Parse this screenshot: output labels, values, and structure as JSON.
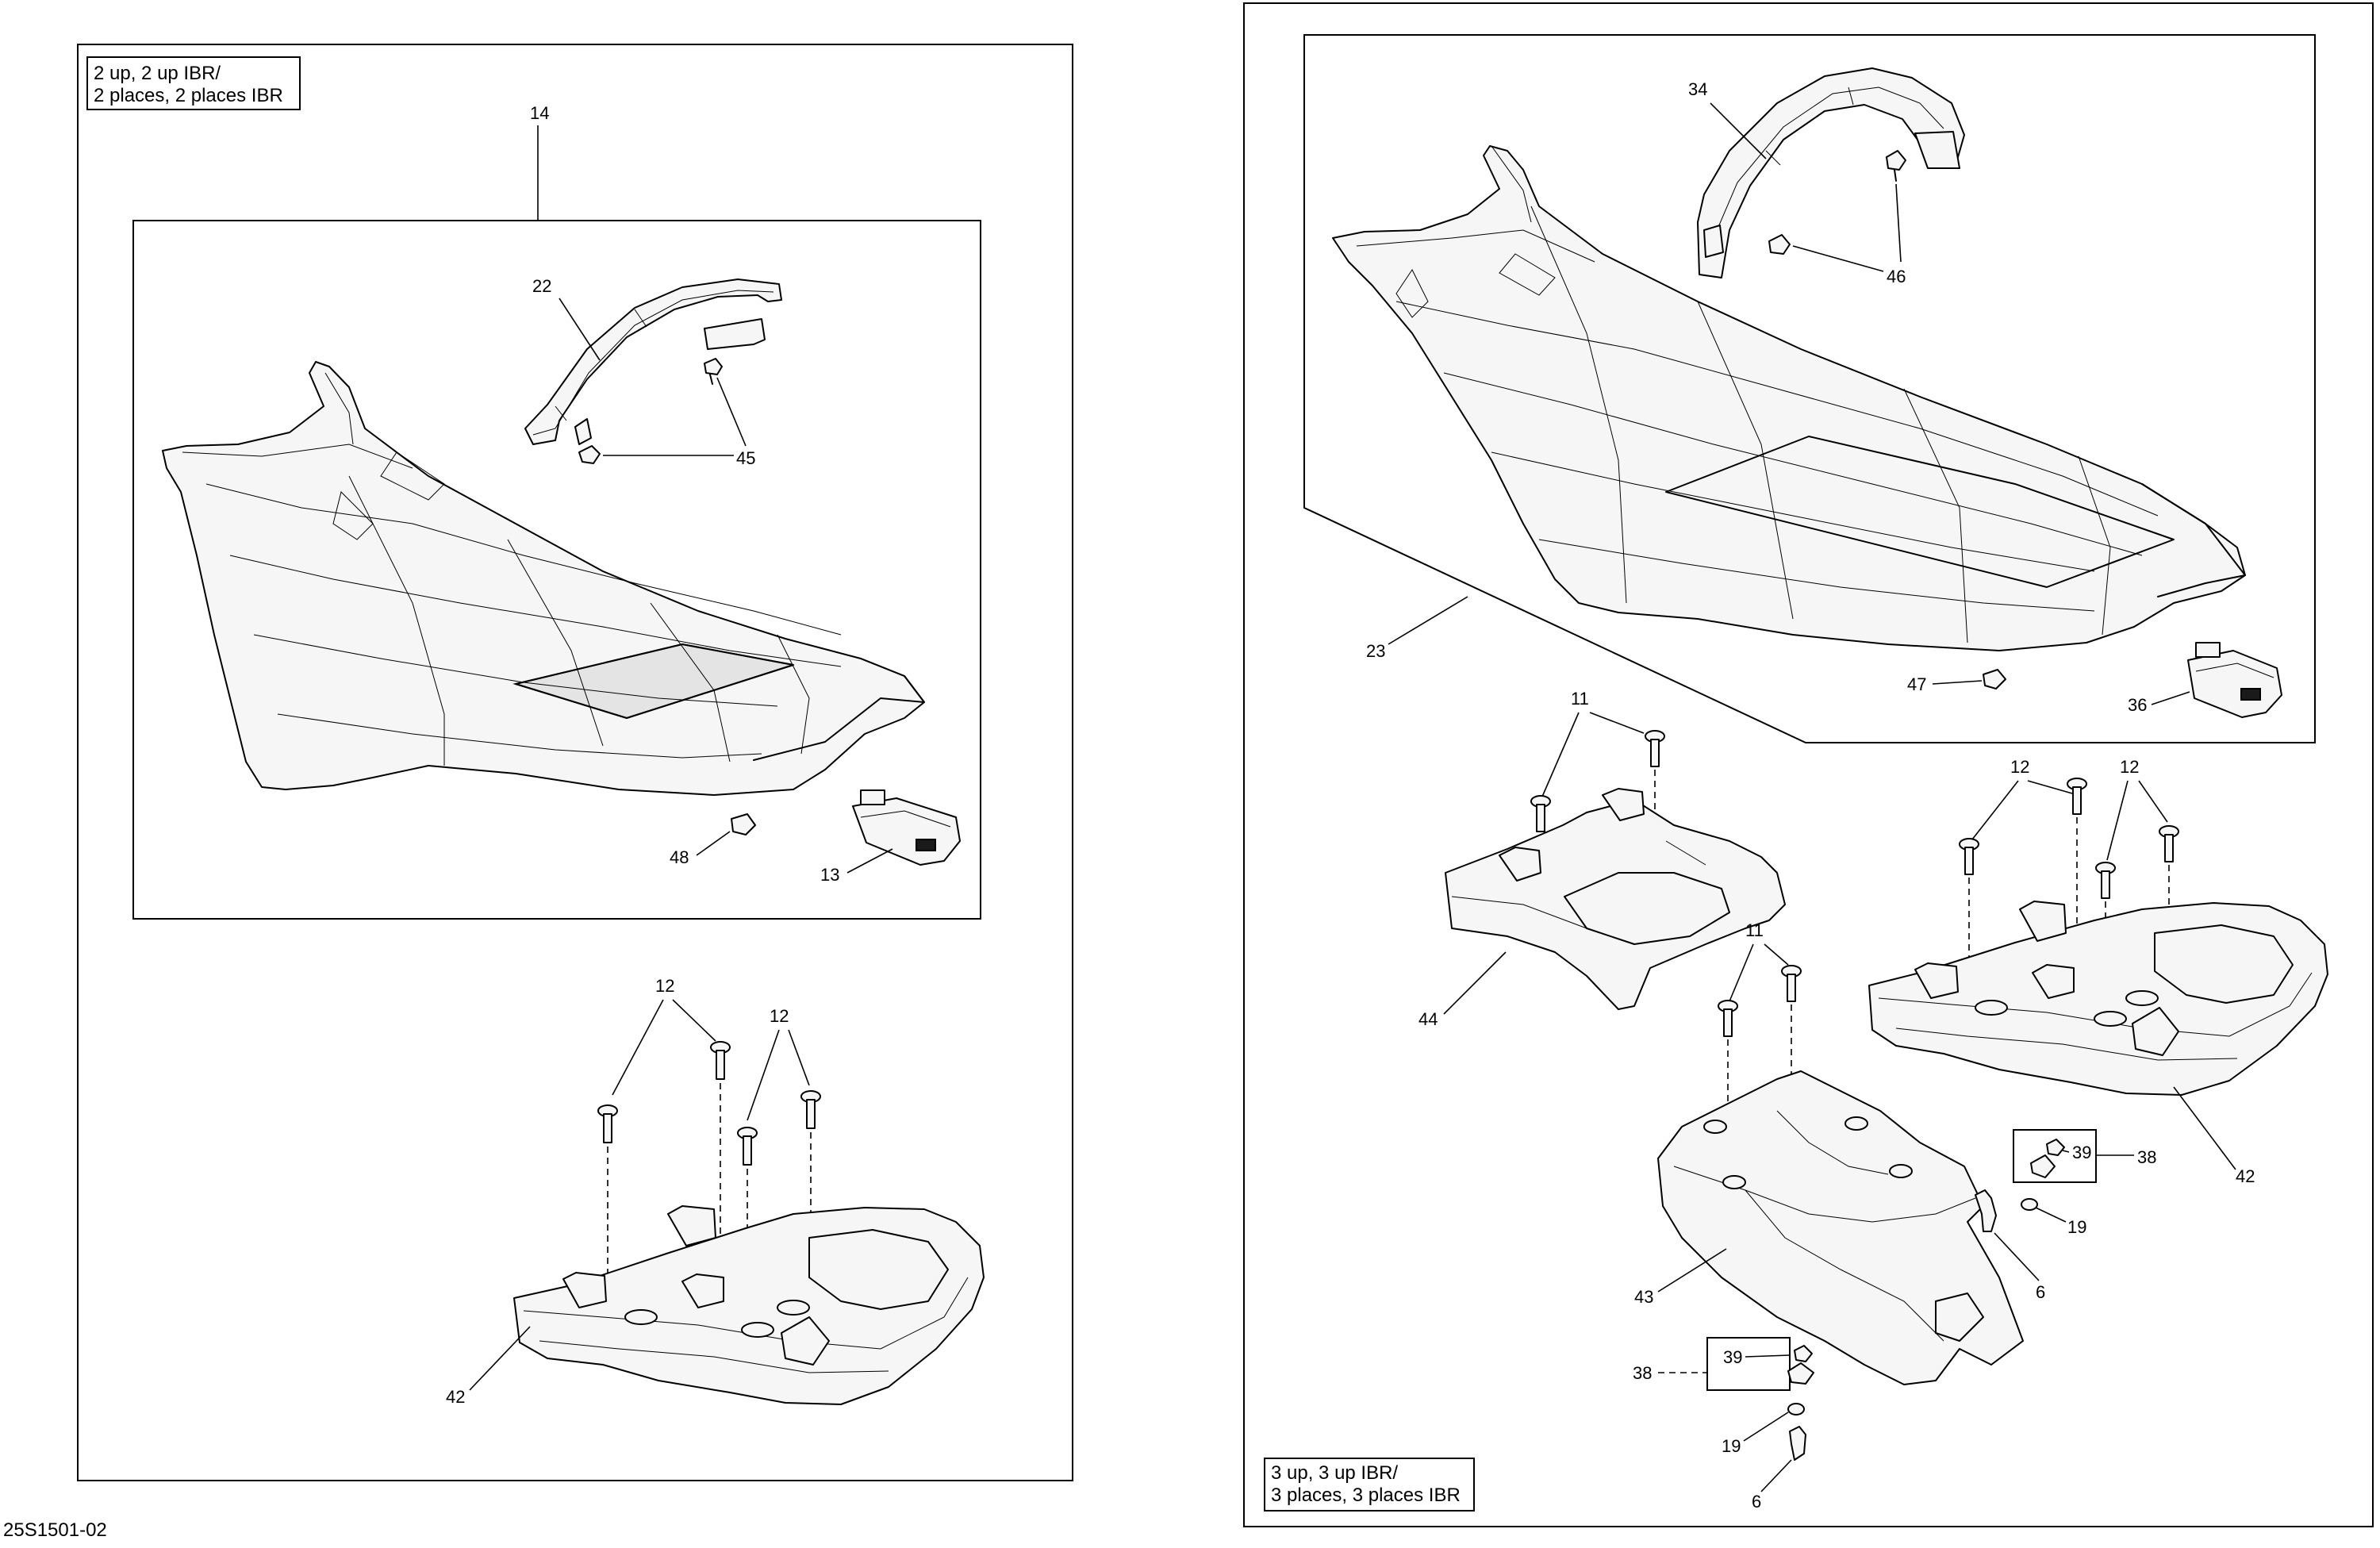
{
  "diagram_code": "25S1501-02",
  "left_panel": {
    "variant_label_line1": "2 up, 2 up IBR/",
    "variant_label_line2": "2 places, 2 places IBR",
    "callouts": {
      "seat_assembly": "14",
      "handle": "22",
      "handle_clip": "45",
      "latch_clip": "48",
      "latch": "13",
      "screw_left": "12",
      "screw_right": "12",
      "grab_handle": "42"
    }
  },
  "right_panel": {
    "variant_label_line1": "3 up, 3 up IBR/",
    "variant_label_line2": "3 places, 3 places IBR",
    "callouts": {
      "handle": "34",
      "handle_clip": "46",
      "seat_assembly": "23",
      "latch_clip": "47",
      "latch": "36",
      "screw_upper": "11",
      "screw_lower": "11",
      "screw_rack_left": "12",
      "screw_rack_right": "12",
      "storage_tray": "44",
      "grab_handle": "42",
      "bracket": "43",
      "kit_upper": "38",
      "nut_upper": "39",
      "washer_upper": "19",
      "bolt_upper": "6",
      "kit_lower": "38",
      "nut_lower": "39",
      "washer_lower": "19",
      "bolt_lower": "6"
    }
  }
}
